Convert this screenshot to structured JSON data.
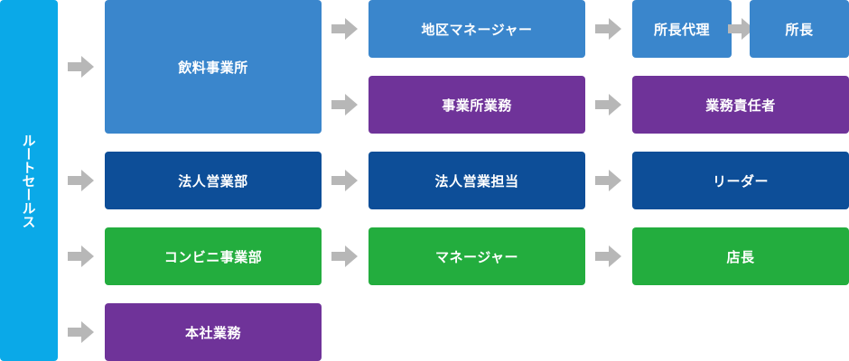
{
  "colors": {
    "cyan": "#0aa9e8",
    "blue": "#3a86cc",
    "purple": "#6f3399",
    "navy": "#0d4e98",
    "green": "#23ad3e",
    "arrow": "#b7b7b7"
  },
  "root": {
    "label": "ルートセールス"
  },
  "beverage": {
    "division": "飲料事業所",
    "path1": [
      "地区マネージャー",
      "所長代理",
      "所長"
    ],
    "path2": [
      "事業所業務",
      "業務責任者"
    ]
  },
  "corporate": {
    "division": "法人営業部",
    "steps": [
      "法人営業担当",
      "リーダー"
    ]
  },
  "convenience": {
    "division": "コンビニ事業部",
    "steps": [
      "マネージャー",
      "店長"
    ]
  },
  "headquarters": {
    "division": "本社業務"
  }
}
